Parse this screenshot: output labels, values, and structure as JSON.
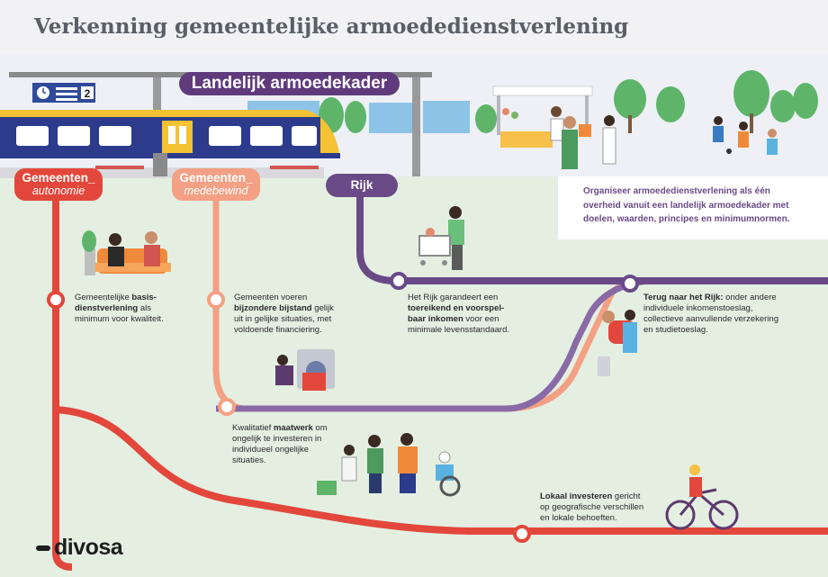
{
  "title": "Verkenning gemeentelijke armoededienstverlening",
  "banner": "Landelijk armoedekader",
  "platform_number": "2",
  "tracks": {
    "autonomie": {
      "name": "Gemeenten",
      "sub": "autonomie"
    },
    "medebewind": {
      "name": "Gemeenten",
      "sub": "medebewind"
    },
    "rijk": {
      "name": "Rijk"
    }
  },
  "notes": {
    "organiseer": "Organiseer armoededienstverlening als één overheid vanuit een landelijk armoedekader met doelen, waarden, principes en minimumnormen.",
    "basis": {
      "pre": "Gemeentelijke ",
      "bold": "basis-dienstverlening",
      "post": " als minimum voor kwaliteit."
    },
    "bijstand": {
      "pre": "Gemeenten voeren ",
      "bold": "bijzondere bijstand",
      "post": " gelijk uit in gelijke situaties, met voldoende financiering."
    },
    "rijk_inkomen": {
      "pre": "Het Rijk garandeert een ",
      "bold": "toereikend en voorspel-baar inkomen",
      "post": " voor een minimale levensstandaard."
    },
    "terug": {
      "bold": "Terug naar het Rijk:",
      "post": " onder andere individuele inkomenstoeslag, collectieve aanvullende verzekering en studietoeslag."
    },
    "maatwerk": {
      "pre": "Kwalitatief ",
      "bold": "maatwerk",
      "post": " om ongelijk te investeren in individueel ongelijke situaties."
    },
    "lokaal": {
      "bold": "Lokaal investeren",
      "post": " gericht op geografische verschillen en lokale behoeften."
    }
  },
  "logo": "divosa",
  "colors": {
    "autonomie": "#e3473b",
    "medebewind": "#f3a084",
    "rijk": "#6a4a86",
    "banner": "#5f3a7c",
    "ground": "#e4efe2"
  }
}
